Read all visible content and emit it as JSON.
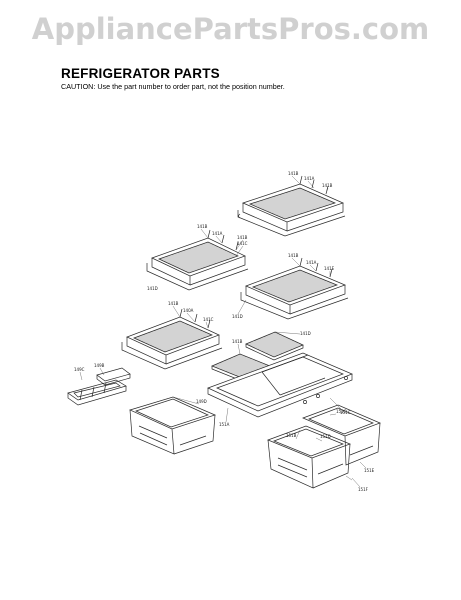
{
  "watermark": "AppliancePartsPros.com",
  "header": {
    "title": "REFRIGERATOR PARTS",
    "caution": "CAUTION: Use the part number to order part, not the position number."
  },
  "callouts": {
    "s1": [
      "141B",
      "141A",
      "141B"
    ],
    "s2": [
      "141B",
      "141A",
      "141B",
      "141C",
      "141D"
    ],
    "s3": [
      "141B",
      "141A",
      "141E",
      "141D"
    ],
    "s4": [
      "141B",
      "140A",
      "141C"
    ],
    "glass": [
      "141B",
      "141D"
    ],
    "frame": [
      "151A",
      "151C"
    ],
    "tray": [
      "149C",
      "149B"
    ],
    "drawer": [
      "149D",
      "151B",
      "151D",
      "151E"
    ],
    "crisper": [
      "151C",
      "151F"
    ]
  },
  "colors": {
    "ink": "#2a2a2a",
    "glass": "#c9c9c9",
    "watermark": "#d0d0d0"
  }
}
